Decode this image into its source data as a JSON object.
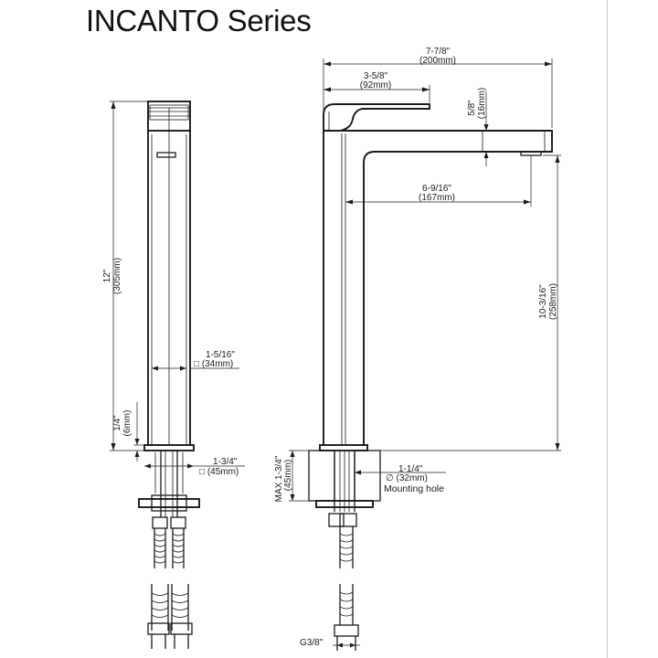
{
  "title": "INCANTO Series",
  "dimensions": {
    "overall_reach_in": "7-7/8\"",
    "overall_reach_mm": "(200mm)",
    "handle_reach_in": "3-5/8\"",
    "handle_reach_mm": "(92mm)",
    "handle_height_in": "5/8\"",
    "handle_height_mm": "(16mm)",
    "spout_reach_in": "6-9/16\"",
    "spout_reach_mm": "(167mm)",
    "spout_height_in": "10-3/16\"",
    "spout_height_mm": "(258mm)",
    "total_height_in": "12\"",
    "total_height_mm": "(305mm)",
    "body_width_in": "1-5/16\"",
    "body_width_mm": "□ (34mm)",
    "base_gap_in": "1/4\"",
    "base_gap_mm": "(6mm)",
    "base_width_in": "1-3/4\"",
    "base_width_mm": "□ (45mm)",
    "deck_thickness_in": "MAX 1-3/4\"",
    "deck_thickness_mm": "(45mm)",
    "hole_dia_in": "1-1/4\"",
    "hole_dia_mm": "∅ (32mm)",
    "hole_label": "Mounting hole",
    "connection_label": "G3/8\""
  }
}
